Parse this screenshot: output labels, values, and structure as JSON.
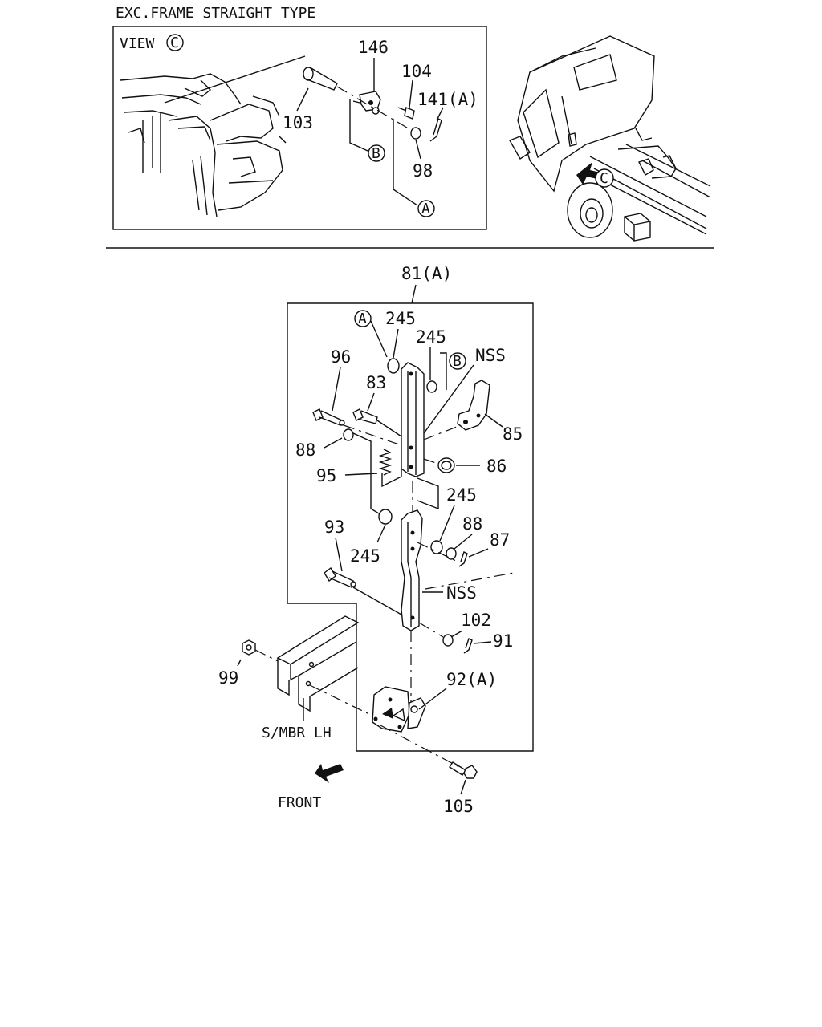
{
  "header": {
    "title": "EXC.FRAME STRAIGHT TYPE"
  },
  "view_box": {
    "view_label": "VIEW",
    "view_ref": "C"
  },
  "truck_view": {
    "ref": "C"
  },
  "top_callouts": {
    "p146": "146",
    "p104": "104",
    "p141": "141(A)",
    "p103": "103",
    "p98": "98",
    "ref_b": "B",
    "ref_a": "A"
  },
  "main_assembly": {
    "title": "81(A)"
  },
  "main_callouts": {
    "ref_a": "A",
    "ref_b": "B",
    "p245_1": "245",
    "p245_2": "245",
    "nss_1": "NSS",
    "p96": "96",
    "p83": "83",
    "p85": "85",
    "p88_1": "88",
    "p86": "86",
    "p95": "95",
    "p245_3": "245",
    "p93": "93",
    "p88_2": "88",
    "p87": "87",
    "p245_4": "245",
    "nss_2": "NSS",
    "p102": "102",
    "p91": "91",
    "p99": "99",
    "p92": "92(A)",
    "smbr": "S/MBR LH",
    "front": "FRONT",
    "p105": "105"
  },
  "colors": {
    "ink": "#111111",
    "paper": "#ffffff"
  },
  "icons": {
    "front_arrow": "arrow-down-left-icon",
    "view_arrow": "arrow-right-icon"
  }
}
